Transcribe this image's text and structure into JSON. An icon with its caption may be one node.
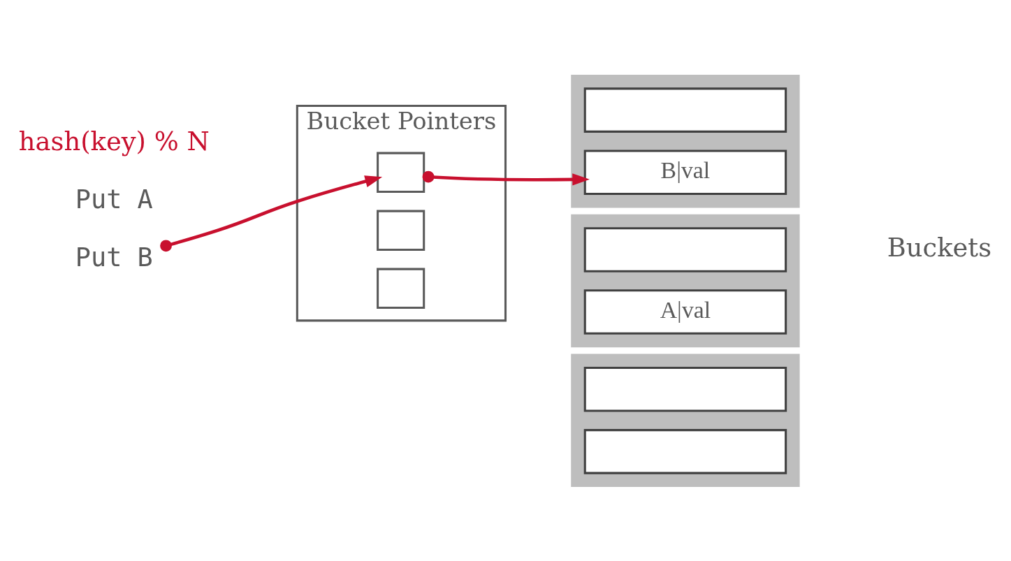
{
  "diagram": {
    "nodes": [
      {
        "text": [
          "Put A"
        ]
      },
      {
        "text": [
          "Put B"
        ]
      },
      {
        "text": [
          "Bucket Pointers"
        ]
      },
      {
        "text": [],
        "shape": "box",
        "in": 2
      },
      {
        "text": [],
        "shape": "box",
        "in": 2
      },
      {
        "text": [],
        "shape": "box",
        "in": 2
      },
      {
        "text": [],
        "shape": "box"
      },
      {
        "text": [
          "B|val"
        ],
        "in": 6
      },
      {
        "text": [],
        "shape": "box",
        "in": 6
      },
      {
        "text": [],
        "shape": "box"
      },
      {
        "text": [
          "A|val"
        ],
        "in": 9
      },
      {
        "text": [],
        "shape": "box",
        "in": 9
      },
      {
        "text": [],
        "shape": "box"
      },
      {
        "text": [],
        "shape": "box",
        "in": 12
      },
      {
        "text": [],
        "shape": "box",
        "in": 12
      }
    ],
    "edges": [
      {
        "from": 1,
        "to": 3,
        "arrow": "to"
      },
      {
        "from": 3,
        "to": 7,
        "arrow": "to"
      }
    ],
    "labels": [
      "hash(key) % N",
      "Buckets"
    ]
  }
}
